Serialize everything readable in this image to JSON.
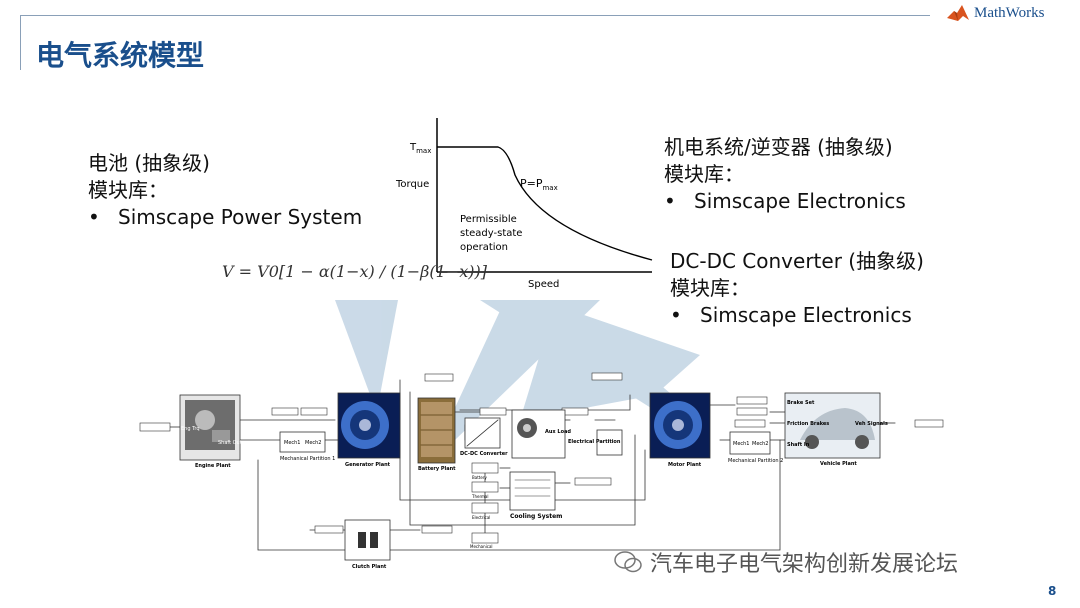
{
  "slide": {
    "title": "电气系统模型",
    "logo_text": "MathWorks",
    "page_number": "8",
    "watermark": "汽车电子电气架构创新发展论坛"
  },
  "battery_block": {
    "line1": "电池 (抽象级)",
    "line2": "模块库：",
    "bullet": "Simscape Power System"
  },
  "inverter_block": {
    "line1": "机电系统/逆变器 (抽象级)",
    "line2": "模块库：",
    "bullet": "Simscape Electronics"
  },
  "dcdc_block": {
    "line1": "DC-DC Converter (抽象级)",
    "line2": "模块库：",
    "bullet": "Simscape Electronics"
  },
  "formula": {
    "text": "V = V0[1 − α(1−x) / (1−β(1−x))]"
  },
  "torque_chart": {
    "tmax": "T",
    "tmax_sub": "max",
    "ylabel": "Torque",
    "xlabel": "Speed",
    "curve_label": "P=P",
    "curve_label_sub": "max",
    "region_line1": "Permissible",
    "region_line2": "steady-state",
    "region_line3": "operation"
  },
  "model": {
    "engine": "Engine Plant",
    "eng_trq": "Eng Trq",
    "shaft_out": "Shaft Out",
    "mech_partition1": "Mechanical Partition 1",
    "mech1": "Mech1",
    "mech2": "Mech2",
    "generator": "Generator Plant",
    "battery": "Battery Plant",
    "dcdc": "DC-DC Converter",
    "aux_load": "Aux Load",
    "elec_partition": "Electrical Partition",
    "cooling": "Cooling System",
    "motor": "Motor Plant",
    "mech_partition2": "Mechanical Partition 2",
    "vehicle": "Vehicle Plant",
    "brake_set": "Brake Set",
    "friction_brakes": "Friction Brakes",
    "shaft_in": "Shaft In",
    "veh_signals": "Veh Signals",
    "clutch": "Clutch Plant",
    "battery_tag": "Battery",
    "thermal_tag": "Thermal",
    "electrical_tag": "Electrical",
    "mechanical_tag": "Mechanical"
  },
  "colors": {
    "title": "#1a4f8c",
    "highlight": "#b9cee0",
    "logo": "#d9531e"
  }
}
